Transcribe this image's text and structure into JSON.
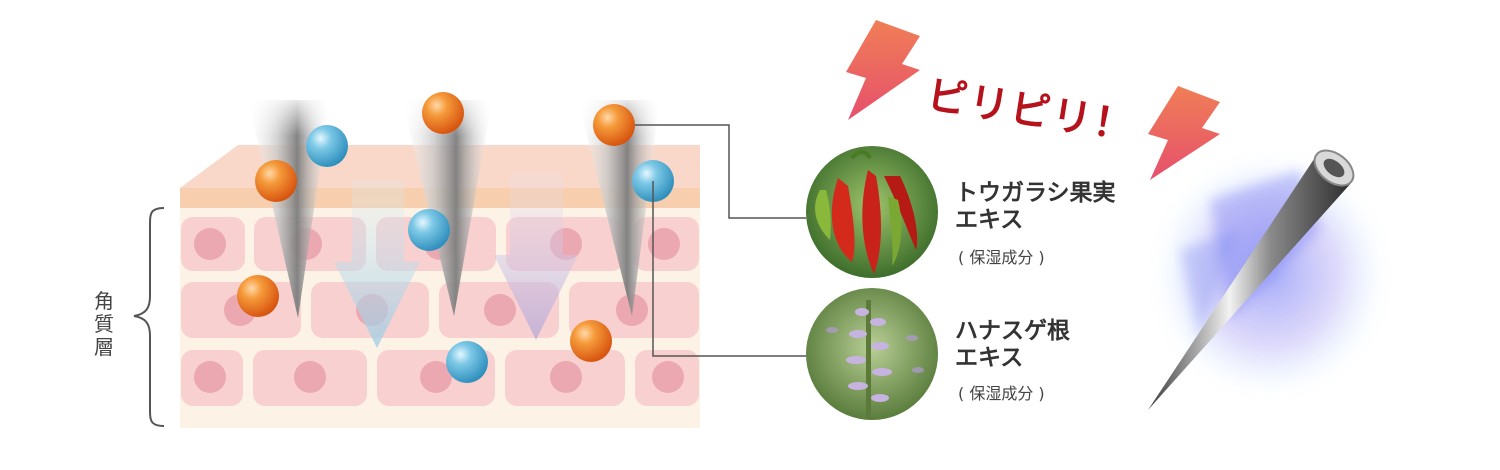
{
  "skin_label": [
    "角",
    "質",
    "層"
  ],
  "exclamation": "ピリピリ！",
  "ingredients": [
    {
      "name_line1": "トウガラシ果実",
      "name_line2": "エキス",
      "note": "( 保湿成分 )",
      "image": "chili-pepper-photo"
    },
    {
      "name_line1": "ハナスゲ根",
      "name_line2": "エキス",
      "note": "( 保湿成分 )",
      "image": "hanasuge-flower-photo"
    }
  ],
  "colors": {
    "skin_surface": "#f8cfae",
    "cell_fill": "#f7d0cf",
    "cell_nucleus": "#eba8b0",
    "orange_ball": "#f07a1e",
    "blue_ball": "#5bb7d9",
    "lightning": "#e9605a",
    "exclamation": "#b5121b",
    "needle_glow": "#6f7bf0"
  },
  "icons": [
    "brace-icon",
    "lightning-icon",
    "needle-icon"
  ]
}
